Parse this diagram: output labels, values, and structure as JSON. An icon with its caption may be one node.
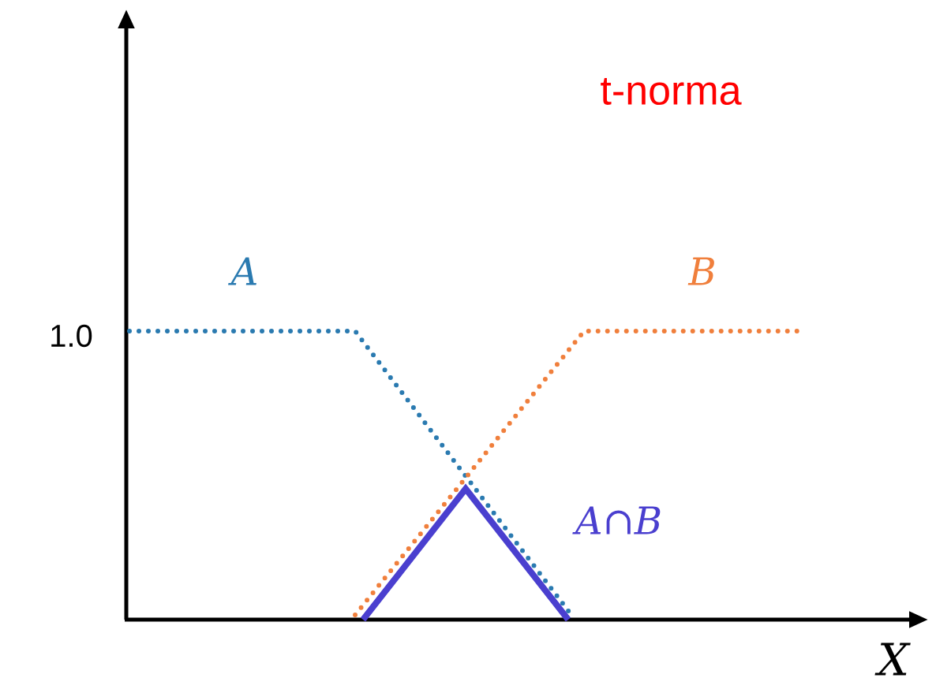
{
  "diagram": {
    "title": "t-norma",
    "labels": [
      "A",
      "B",
      "1.0",
      "A∩B",
      "X"
    ]
  }
}
